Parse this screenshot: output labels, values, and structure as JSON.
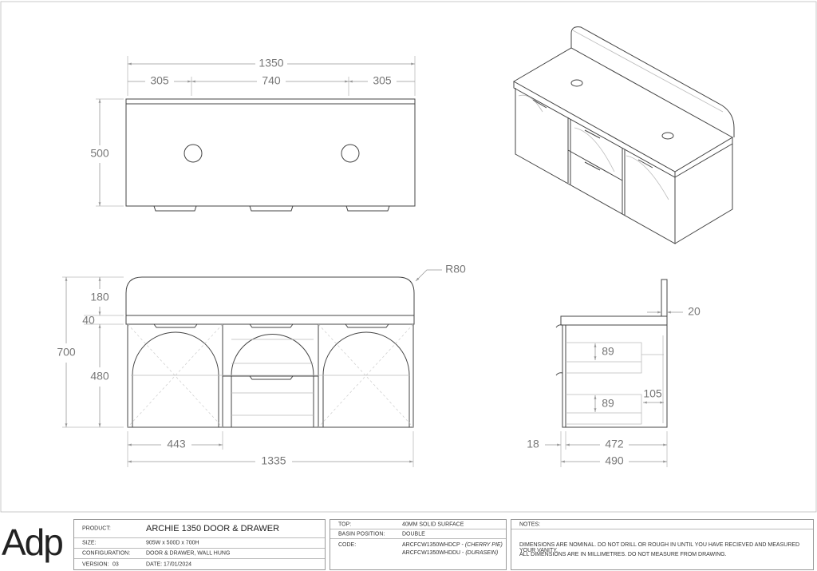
{
  "drawing": {
    "top_view": {
      "overall_width": "1350",
      "left_offset": "305",
      "basin_spacing": "740",
      "right_offset": "305",
      "depth": "500"
    },
    "front_view": {
      "overall_height": "700",
      "top_height": "180",
      "counter_thickness": "40",
      "cabinet_height": "480",
      "door_width": "443",
      "cabinet_width": "1335",
      "radius": "R80"
    },
    "side_view": {
      "backsplash_thickness": "20",
      "drawer_height_upper": "89",
      "drawer_height_lower": "89",
      "rear_gap": "105",
      "door_thickness": "18",
      "carcass_depth": "472",
      "overall_depth": "490"
    }
  },
  "title_block": {
    "logo": "Adp",
    "product_label": "PRODUCT:",
    "product": "ARCHIE 1350 DOOR & DRAWER",
    "size_label": "SIZE:",
    "size": "905W x 500D x 700H",
    "configuration_label": "CONFIGURATION:",
    "configuration": "DOOR & DRAWER, WALL HUNG",
    "version_label": "VERSION:",
    "version": "03",
    "date": "DATE: 17/01/2024",
    "top_label": "TOP:",
    "top": "40MM SOLID SURFACE",
    "basin_position_label": "BASIN POSITION:",
    "basin_position": "DOUBLE",
    "code_label": "CODE:",
    "code_1": "ARCFCW1350WHDCP - ",
    "code_1_finish": "(CHERRY PIE)",
    "code_2": "ARCFCW1350WHDDU - ",
    "code_2_finish": "(DURASEIN)",
    "notes_label": "NOTES:",
    "note_1": "DIMENSIONS ARE NOMINAL. DO NOT DRILL OR ROUGH IN UNTIL YOU HAVE RECIEVED AND MEASURED YOUR VANITY.",
    "note_2": "ALL DIMENSIONS ARE IN MILLIMETRES. DO NOT MEASURE FROM DRAWING."
  },
  "colors": {
    "line": "#444444",
    "dimension": "#777777",
    "border": "#999999"
  }
}
